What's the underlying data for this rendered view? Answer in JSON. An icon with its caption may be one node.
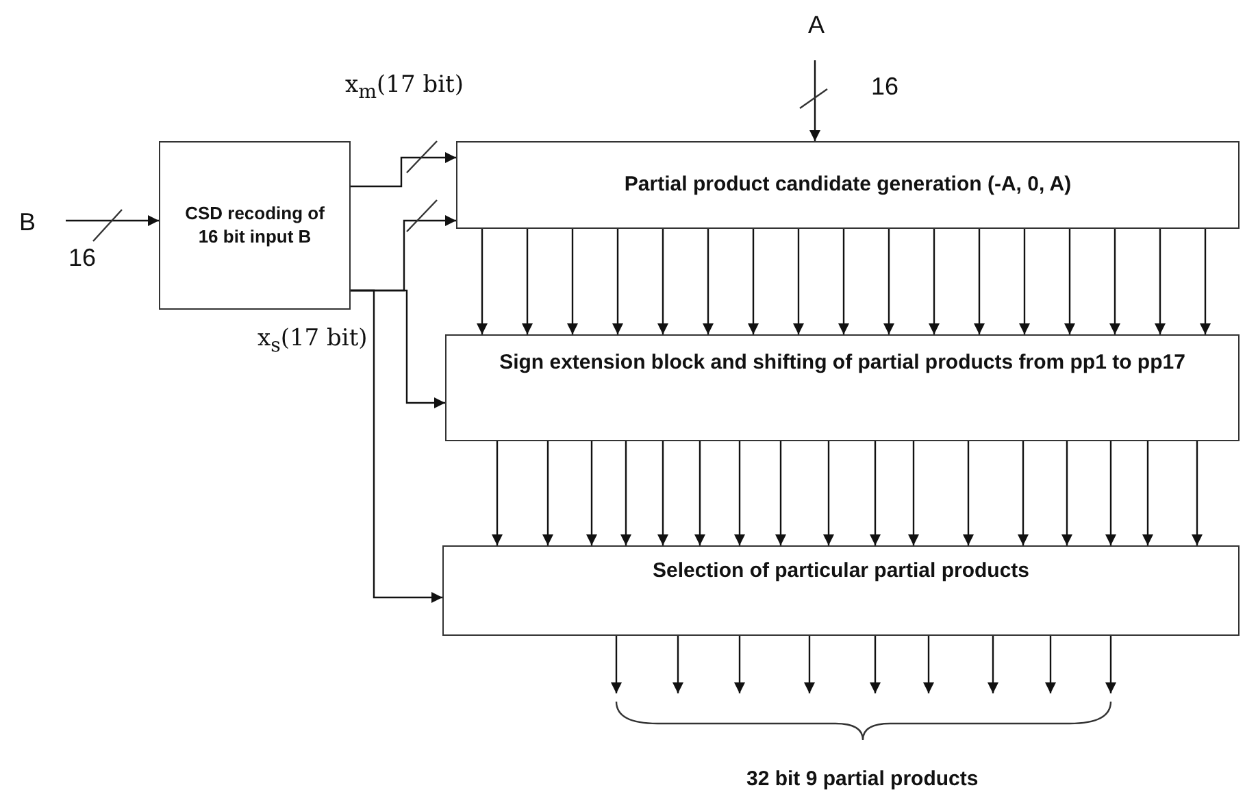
{
  "diagram": {
    "nodes": [
      {
        "text": [
          "B"
        ]
      },
      {
        "text": [
          "CSD recoding of 16 bit input B"
        ]
      },
      {
        "text": [
          "A"
        ]
      },
      {
        "text": [
          "Partial product candidate generation (-A, 0, A)"
        ]
      },
      {
        "text": [
          "Sign extension block and shifting of partial products from pp1 to pp17"
        ]
      },
      {
        "text": [
          "Selection of particular partial products"
        ]
      },
      {
        "text": [],
        "shape": "brace"
      }
    ],
    "edges": [
      {
        "from": 0,
        "to": 1,
        "arrow": "to",
        "label": "16"
      },
      {
        "from": 2,
        "to": 3,
        "arrow": "to",
        "label": "16"
      },
      {
        "from": 1,
        "to": 3,
        "arrow": "to"
      },
      {
        "from": 1,
        "to": 3,
        "arrow": "to"
      },
      {
        "from": 1,
        "to": 4,
        "arrow": "to"
      },
      {
        "from": 1,
        "to": 5,
        "arrow": "to"
      },
      {
        "from": 3,
        "to": 4,
        "arrow": "to"
      },
      {
        "from": 3,
        "to": 4,
        "arrow": "to"
      },
      {
        "from": 3,
        "to": 4,
        "arrow": "to"
      },
      {
        "from": 3,
        "to": 4,
        "arrow": "to"
      },
      {
        "from": 3,
        "to": 4,
        "arrow": "to"
      },
      {
        "from": 3,
        "to": 4,
        "arrow": "to"
      },
      {
        "from": 3,
        "to": 4,
        "arrow": "to"
      },
      {
        "from": 3,
        "to": 4,
        "arrow": "to"
      },
      {
        "from": 3,
        "to": 4,
        "arrow": "to"
      },
      {
        "from": 3,
        "to": 4,
        "arrow": "to"
      },
      {
        "from": 3,
        "to": 4,
        "arrow": "to"
      },
      {
        "from": 3,
        "to": 4,
        "arrow": "to"
      },
      {
        "from": 3,
        "to": 4,
        "arrow": "to"
      },
      {
        "from": 3,
        "to": 4,
        "arrow": "to"
      },
      {
        "from": 3,
        "to": 4,
        "arrow": "to"
      },
      {
        "from": 3,
        "to": 4,
        "arrow": "to"
      },
      {
        "from": 3,
        "to": 4,
        "arrow": "to"
      },
      {
        "from": 4,
        "to": 5,
        "arrow": "to"
      },
      {
        "from": 4,
        "to": 5,
        "arrow": "to"
      },
      {
        "from": 4,
        "to": 5,
        "arrow": "to"
      },
      {
        "from": 4,
        "to": 5,
        "arrow": "to"
      },
      {
        "from": 4,
        "to": 5,
        "arrow": "to"
      },
      {
        "from": 4,
        "to": 5,
        "arrow": "to"
      },
      {
        "from": 4,
        "to": 5,
        "arrow": "to"
      },
      {
        "from": 4,
        "to": 5,
        "arrow": "to"
      },
      {
        "from": 4,
        "to": 5,
        "arrow": "to"
      },
      {
        "from": 4,
        "to": 5,
        "arrow": "to"
      },
      {
        "from": 4,
        "to": 5,
        "arrow": "to"
      },
      {
        "from": 4,
        "to": 5,
        "arrow": "to"
      },
      {
        "from": 4,
        "to": 5,
        "arrow": "to"
      },
      {
        "from": 4,
        "to": 5,
        "arrow": "to"
      },
      {
        "from": 4,
        "to": 5,
        "arrow": "to"
      },
      {
        "from": 4,
        "to": 5,
        "arrow": "to"
      },
      {
        "from": 4,
        "to": 5,
        "arrow": "to"
      },
      {
        "from": 5,
        "to": 6,
        "arrow": "to"
      },
      {
        "from": 5,
        "to": 6,
        "arrow": "to"
      },
      {
        "from": 5,
        "to": 6,
        "arrow": "to"
      },
      {
        "from": 5,
        "to": 6,
        "arrow": "to"
      },
      {
        "from": 5,
        "to": 6,
        "arrow": "to"
      },
      {
        "from": 5,
        "to": 6,
        "arrow": "to"
      },
      {
        "from": 5,
        "to": 6,
        "arrow": "to"
      },
      {
        "from": 5,
        "to": 6,
        "arrow": "to"
      },
      {
        "from": 5,
        "to": 6,
        "arrow": "to"
      }
    ],
    "labels": [
      "x$_{m}$(17 bit)",
      "x$_{s}$(17 bit)",
      "32 bit 9 partial products"
    ]
  }
}
